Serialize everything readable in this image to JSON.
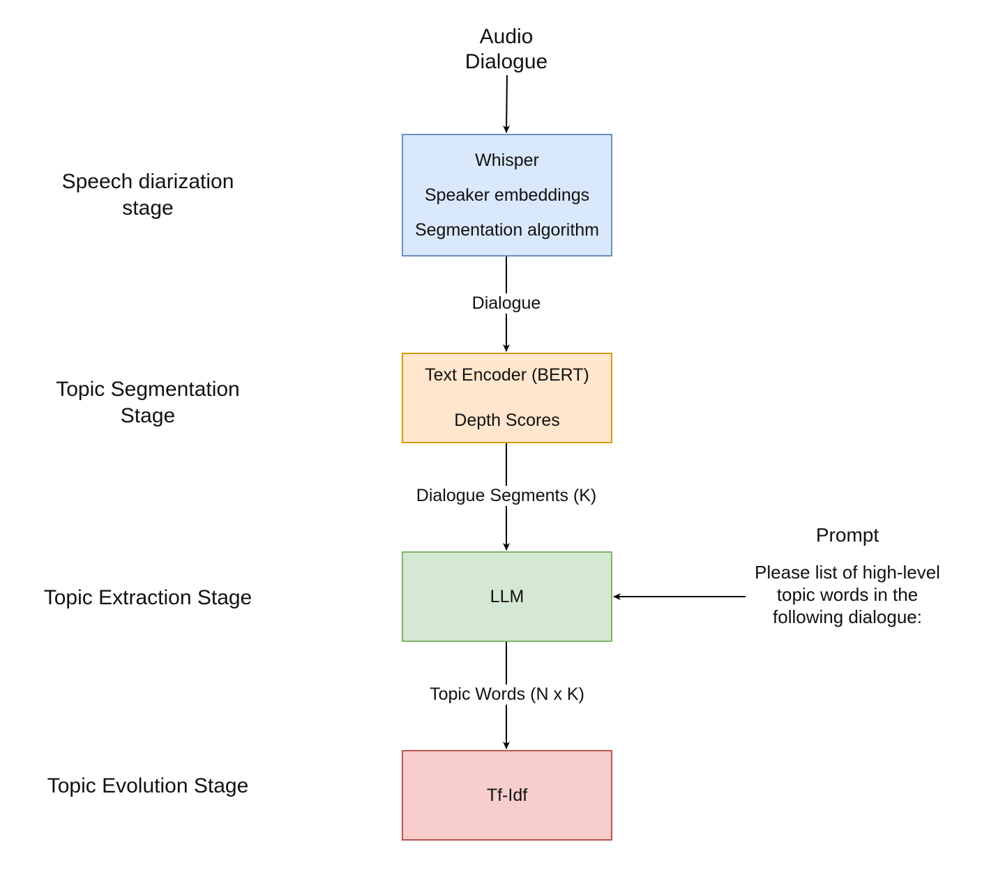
{
  "input": {
    "line1": "Audio",
    "line2": "Dialogue"
  },
  "stages": {
    "diarization": {
      "line1": "Speech diarization",
      "line2": "stage"
    },
    "segmentation": {
      "line1": "Topic Segmentation",
      "line2": "Stage"
    },
    "extraction": "Topic Extraction Stage",
    "evolution": "Topic Evolution Stage"
  },
  "boxes": {
    "diarization": {
      "lines": [
        "Whisper",
        "Speaker embeddings",
        "Segmentation algorithm"
      ],
      "fill": "#dae8fc",
      "stroke": "#6c8ebf"
    },
    "segmentation": {
      "lines": [
        "Text Encoder (BERT)",
        "Depth Scores"
      ],
      "fill": "#ffe6cc",
      "stroke": "#d79b00"
    },
    "extraction": {
      "label": "LLM",
      "fill": "#d5e8d4",
      "stroke": "#82b366"
    },
    "evolution": {
      "label": "Tf-Idf",
      "fill": "#f8cecc",
      "stroke": "#b85450"
    }
  },
  "edges": {
    "diarization_out": "Dialogue",
    "segmentation_out": "Dialogue Segments (K)",
    "extraction_out": "Topic Words (N x K)"
  },
  "prompt": {
    "title": "Prompt",
    "line1": "Please list of high-level",
    "line2": "topic words in the",
    "line3": "following dialogue:"
  }
}
